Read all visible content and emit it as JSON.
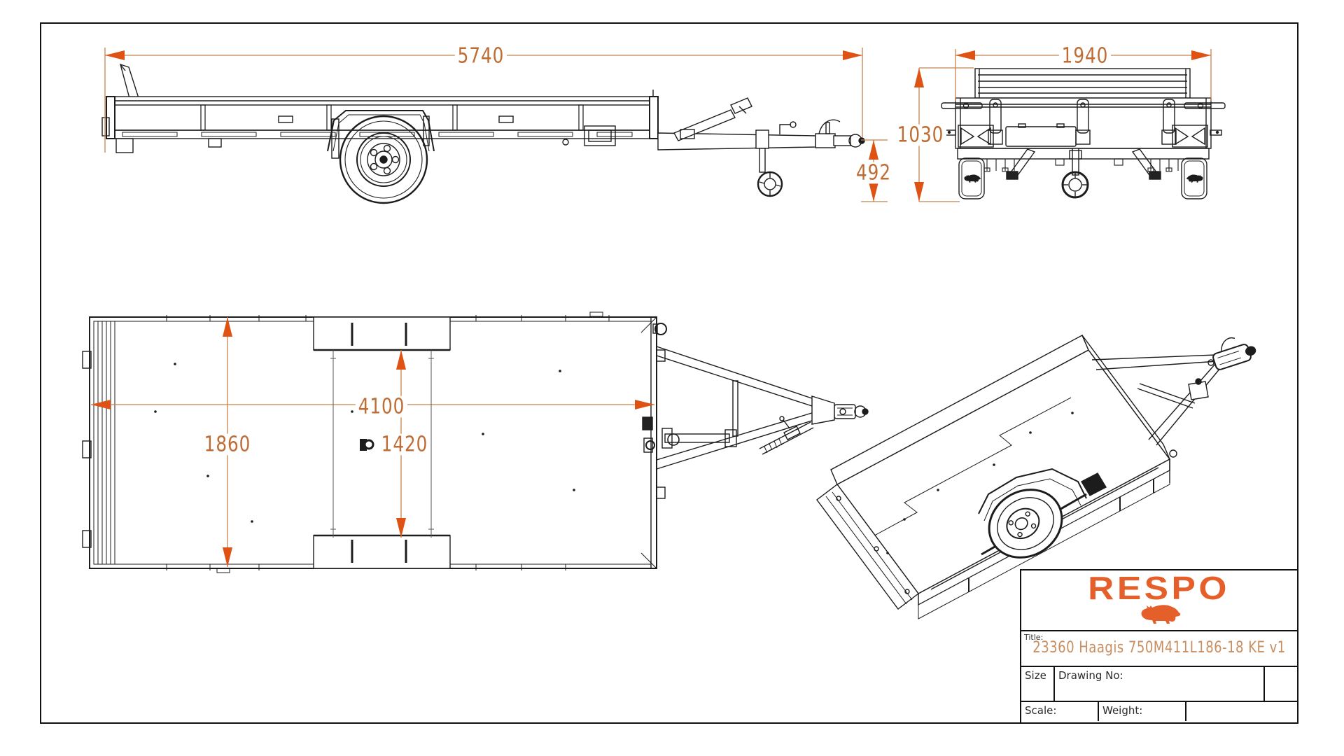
{
  "dimensions": {
    "overall_length": "5740",
    "coupling_height": "492",
    "overall_width": "1940",
    "overall_height": "1030",
    "bed_length": "4100",
    "bed_width": "1860",
    "wheelbox_gap": "1420"
  },
  "title_block": {
    "logo_text": "RESPO",
    "title_label": "Title:",
    "title_value": "23360 Haagis 750M411L186-18 KE v1",
    "size_label": "Size",
    "drawing_no_label": "Drawing No:",
    "scale_label": "Scale:",
    "weight_label": "Weight:"
  },
  "icons": {
    "logo_bull": "respo-bull-icon",
    "mudguard_bull": "bull-silhouette-icon",
    "lashing_ring": "d-ring-icon"
  },
  "colors": {
    "line_black": "#1c1c1c",
    "dimension_line": "#c5834d",
    "dimension_arrow": "#de5313",
    "dimension_text": "#bf6c34",
    "title_text": "#c98e60",
    "logo_orange": "#e55f2b"
  }
}
